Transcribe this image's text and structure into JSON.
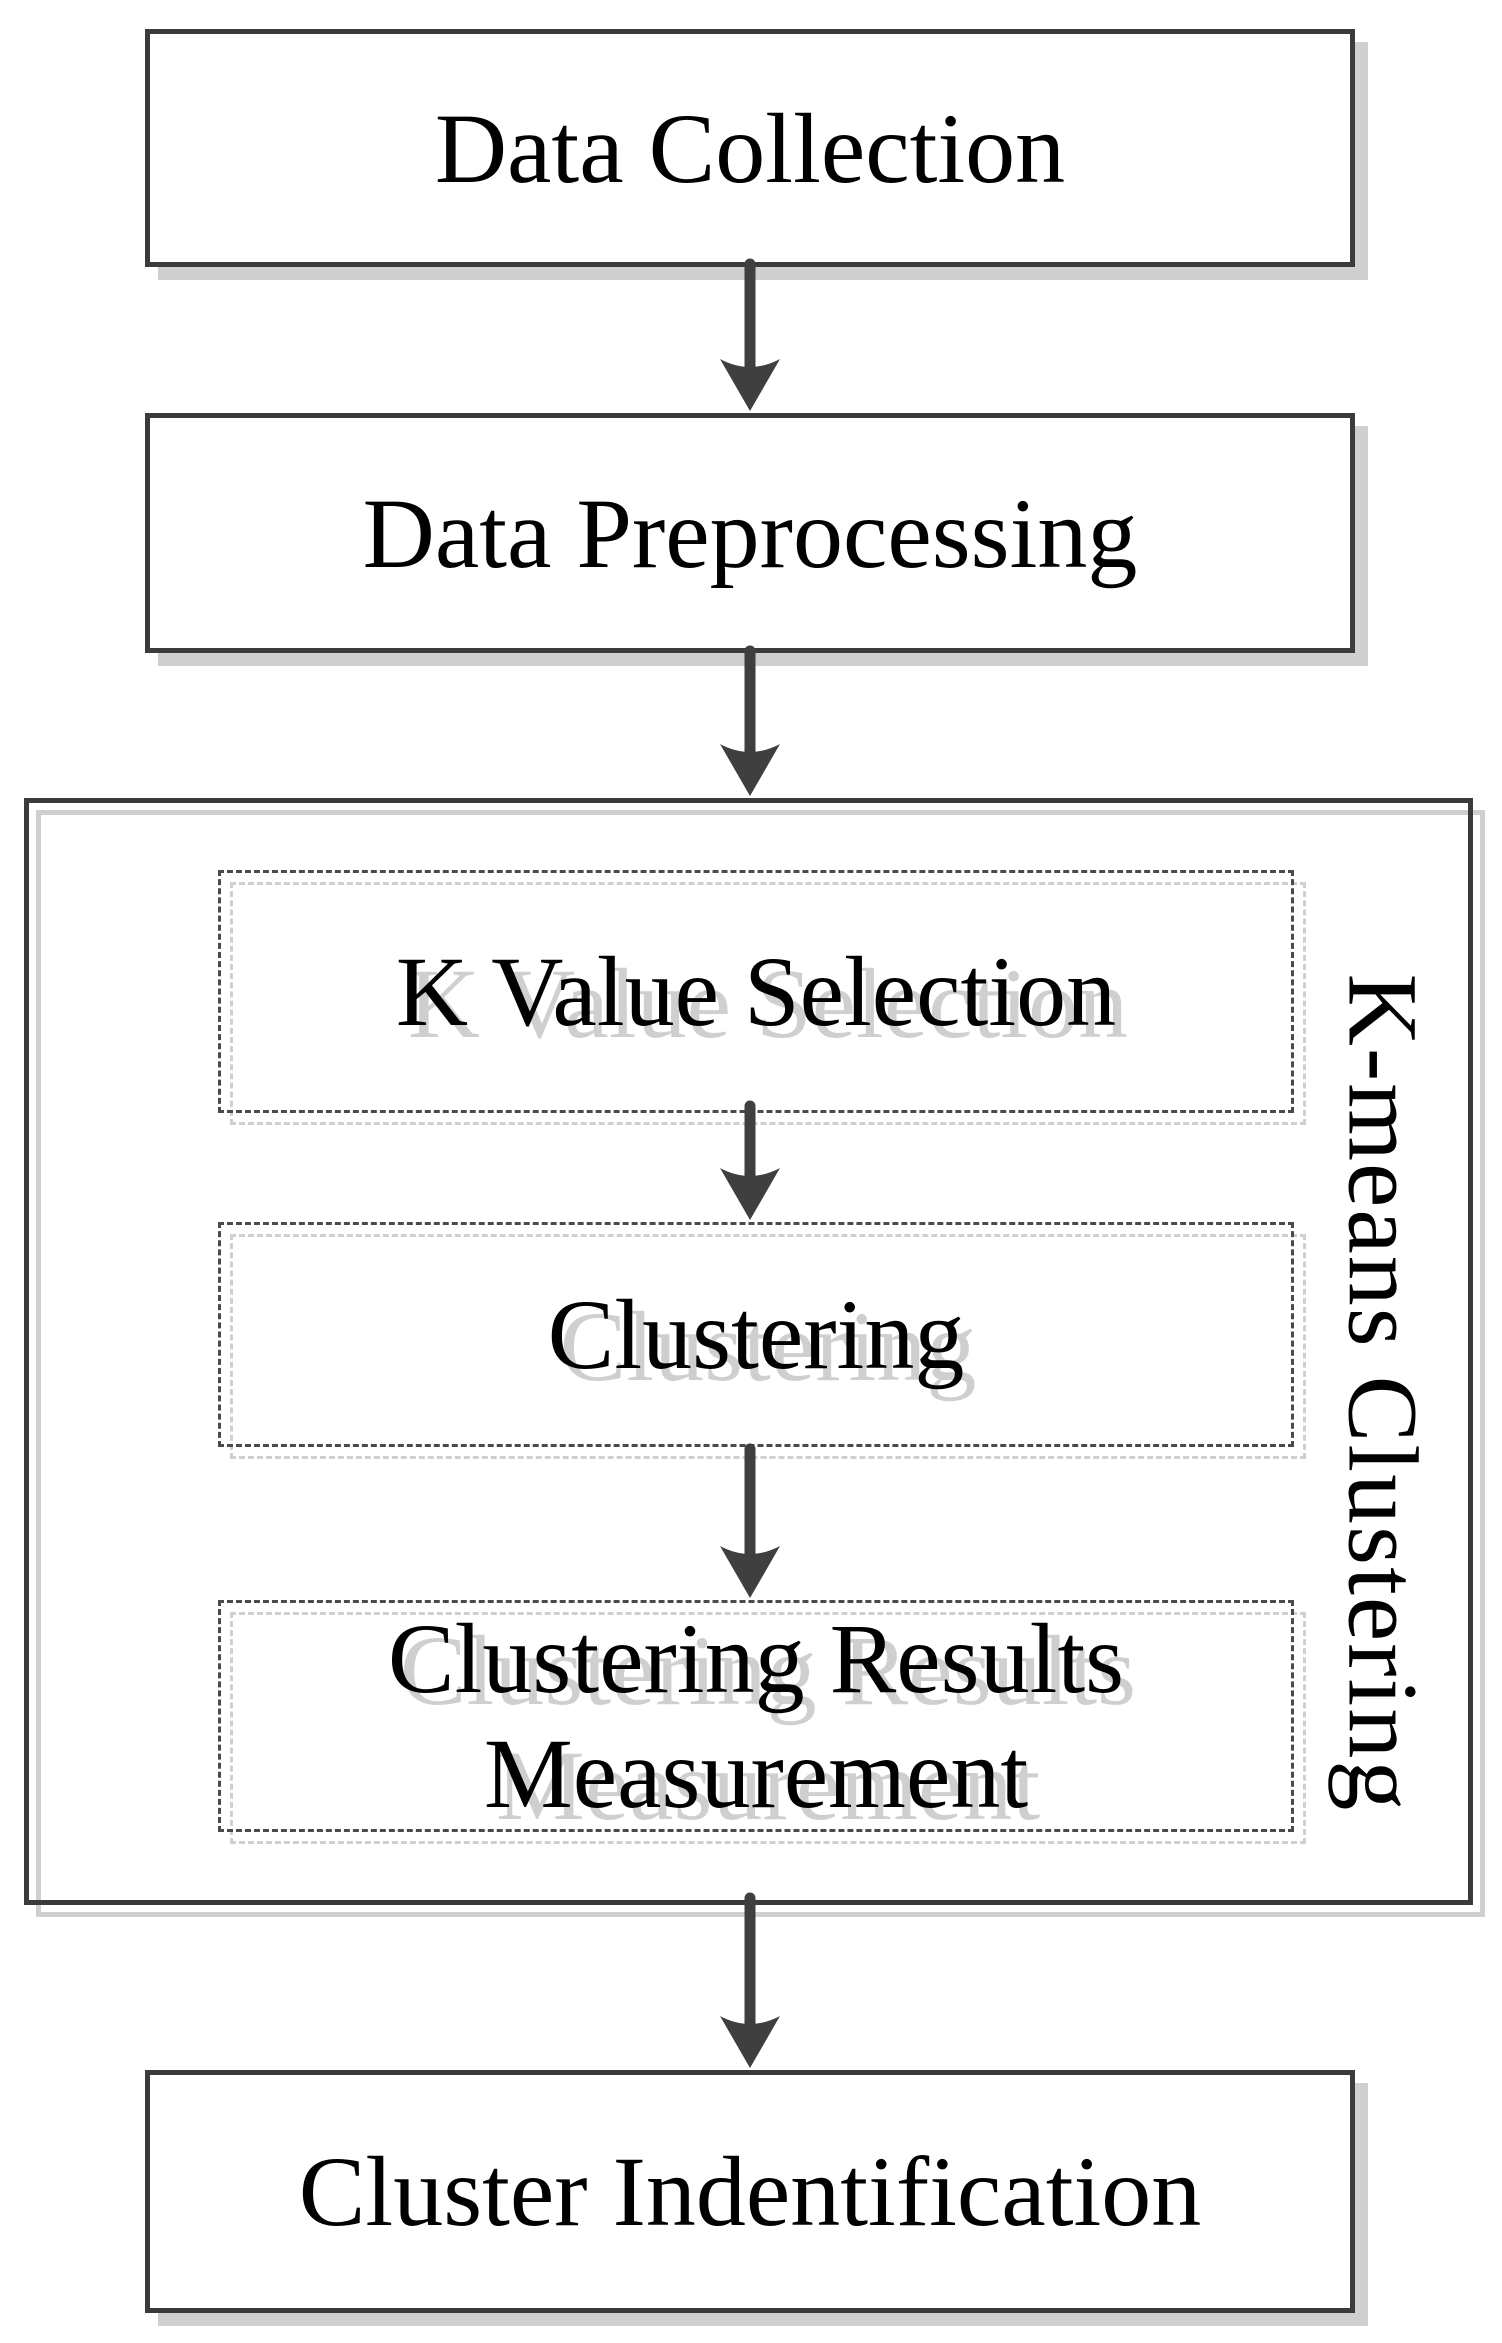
{
  "diagram": {
    "type": "flowchart",
    "title": "K-means clustering process flowchart",
    "nodes": {
      "data_collection": {
        "label": "Data Collection"
      },
      "data_preprocessing": {
        "label": "Data Preprocessing"
      },
      "k_value_selection": {
        "label": "K Value Selection"
      },
      "clustering": {
        "label": "Clustering"
      },
      "clustering_results_measurement": {
        "label": "Clustering Results Measurement"
      },
      "cluster_identification": {
        "label": "Cluster Indentification"
      }
    },
    "group": {
      "label": "K-means Clustering",
      "members": [
        "k_value_selection",
        "clustering",
        "clustering_results_measurement"
      ]
    },
    "edges": [
      {
        "from": "data_collection",
        "to": "data_preprocessing"
      },
      {
        "from": "data_preprocessing",
        "to": "k_value_selection"
      },
      {
        "from": "k_value_selection",
        "to": "clustering"
      },
      {
        "from": "clustering",
        "to": "clustering_results_measurement"
      },
      {
        "from": "clustering_results_measurement",
        "to": "cluster_identification"
      }
    ],
    "colors": {
      "border": "#3b3b3b",
      "arrow": "#3f3f3f",
      "shadow": "#cfcfcf",
      "dashed_border": "#4a4a4a",
      "background": "#ffffff",
      "text": "#000000"
    }
  }
}
